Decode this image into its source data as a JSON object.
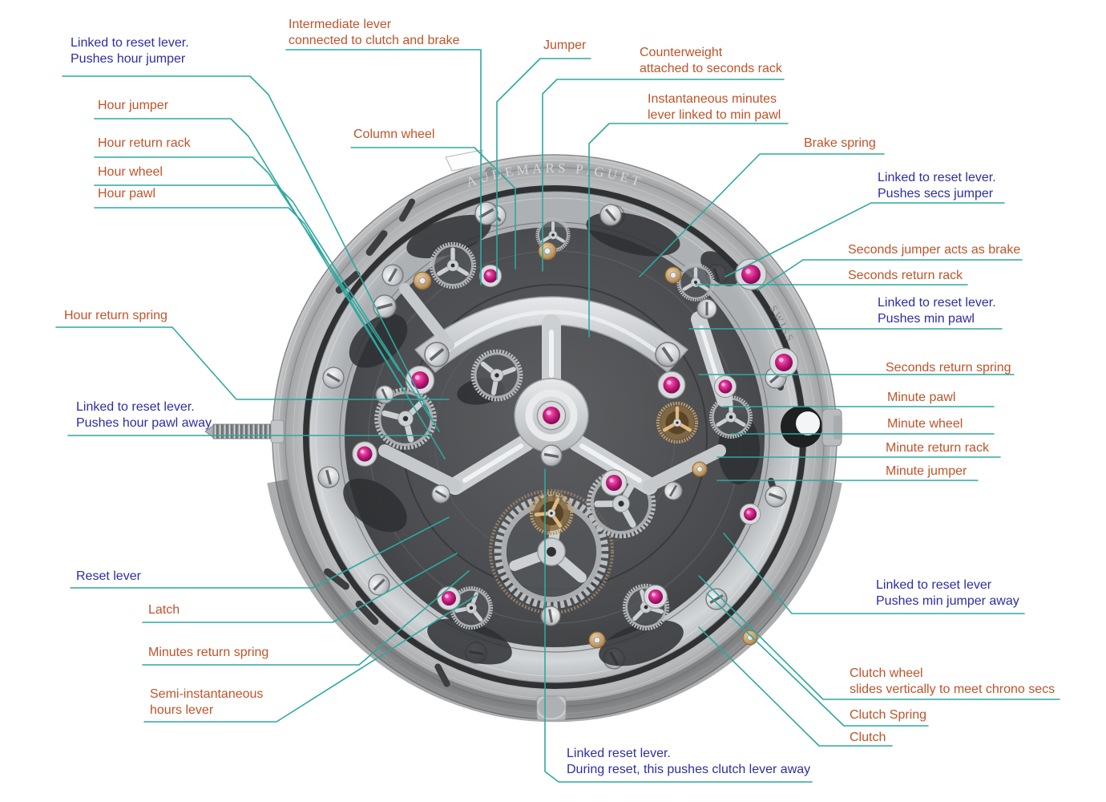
{
  "figure": {
    "engravings": {
      "brand": "AUDEMARS PIGUET",
      "origin": "SWISS"
    }
  },
  "colors": {
    "label_orange": "#bf5329",
    "label_blue": "#2d2da6",
    "leader_teal": "#2fa89f",
    "jewel_magenta": "#c21a7d",
    "gold": "#c29a62",
    "bezel_gray": "#a8a8a8",
    "bridge_silver": "#d9dbdd",
    "plate_dark": "#4a4c4e"
  },
  "labels": [
    {
      "id": "reset-pushes-hour-jumper",
      "color": "blue",
      "text": "Linked to reset lever.\nPushes hour jumper"
    },
    {
      "id": "hour-jumper",
      "color": "orange",
      "text": "Hour jumper"
    },
    {
      "id": "hour-return-rack",
      "color": "orange",
      "text": "Hour return rack"
    },
    {
      "id": "hour-wheel",
      "color": "orange",
      "text": "Hour wheel"
    },
    {
      "id": "hour-pawl",
      "color": "orange",
      "text": "Hour pawl"
    },
    {
      "id": "hour-return-spring",
      "color": "orange",
      "text": "Hour return spring"
    },
    {
      "id": "reset-pushes-hour-pawl",
      "color": "blue",
      "text": "Linked to reset lever.\nPushes hour pawl away"
    },
    {
      "id": "reset-lever",
      "color": "blue",
      "text": "Reset lever"
    },
    {
      "id": "latch",
      "color": "orange",
      "text": "Latch"
    },
    {
      "id": "minutes-return-spring",
      "color": "orange",
      "text": "Minutes return spring"
    },
    {
      "id": "semi-instantaneous-hours-lever",
      "color": "orange",
      "text": "Semi-instantaneous\nhours lever"
    },
    {
      "id": "intermediate-lever",
      "color": "orange",
      "text": "Intermediate lever\nconnected to clutch and brake"
    },
    {
      "id": "column-wheel",
      "color": "orange",
      "text": "Column wheel"
    },
    {
      "id": "jumper",
      "color": "orange",
      "text": "Jumper"
    },
    {
      "id": "counterweight",
      "color": "orange",
      "text": "Counterweight\nattached to seconds rack"
    },
    {
      "id": "instantaneous-minutes-lever",
      "color": "orange",
      "text": "Instantaneous minutes\nlever linked to min pawl"
    },
    {
      "id": "brake-spring",
      "color": "orange",
      "text": "Brake spring"
    },
    {
      "id": "reset-pushes-secs-jumper",
      "color": "blue",
      "text": "Linked to reset lever.\nPushes secs jumper"
    },
    {
      "id": "seconds-jumper-brake",
      "color": "orange",
      "text": "Seconds jumper acts as brake"
    },
    {
      "id": "seconds-return-rack",
      "color": "orange",
      "text": "Seconds return rack"
    },
    {
      "id": "reset-pushes-min-pawl",
      "color": "blue",
      "text": "Linked to reset lever.\nPushes min pawl"
    },
    {
      "id": "seconds-return-spring",
      "color": "orange",
      "text": "Seconds return spring"
    },
    {
      "id": "minute-pawl",
      "color": "orange",
      "text": "Minute pawl"
    },
    {
      "id": "minute-wheel",
      "color": "orange",
      "text": "Minute wheel"
    },
    {
      "id": "minute-return-rack",
      "color": "orange",
      "text": "Minute return rack"
    },
    {
      "id": "minute-jumper",
      "color": "orange",
      "text": "Minute jumper"
    },
    {
      "id": "reset-pushes-min-jumper",
      "color": "blue",
      "text": "Linked to reset lever\nPushes min jumper away"
    },
    {
      "id": "clutch-wheel",
      "color": "orange",
      "text": "Clutch wheel\nslides vertically to meet chrono secs"
    },
    {
      "id": "clutch-spring",
      "color": "orange",
      "text": "Clutch Spring"
    },
    {
      "id": "clutch",
      "color": "orange",
      "text": "Clutch"
    },
    {
      "id": "linked-reset-clutch-lever",
      "color": "blue",
      "text": "Linked reset lever.\nDuring reset, this pushes clutch lever away"
    }
  ]
}
